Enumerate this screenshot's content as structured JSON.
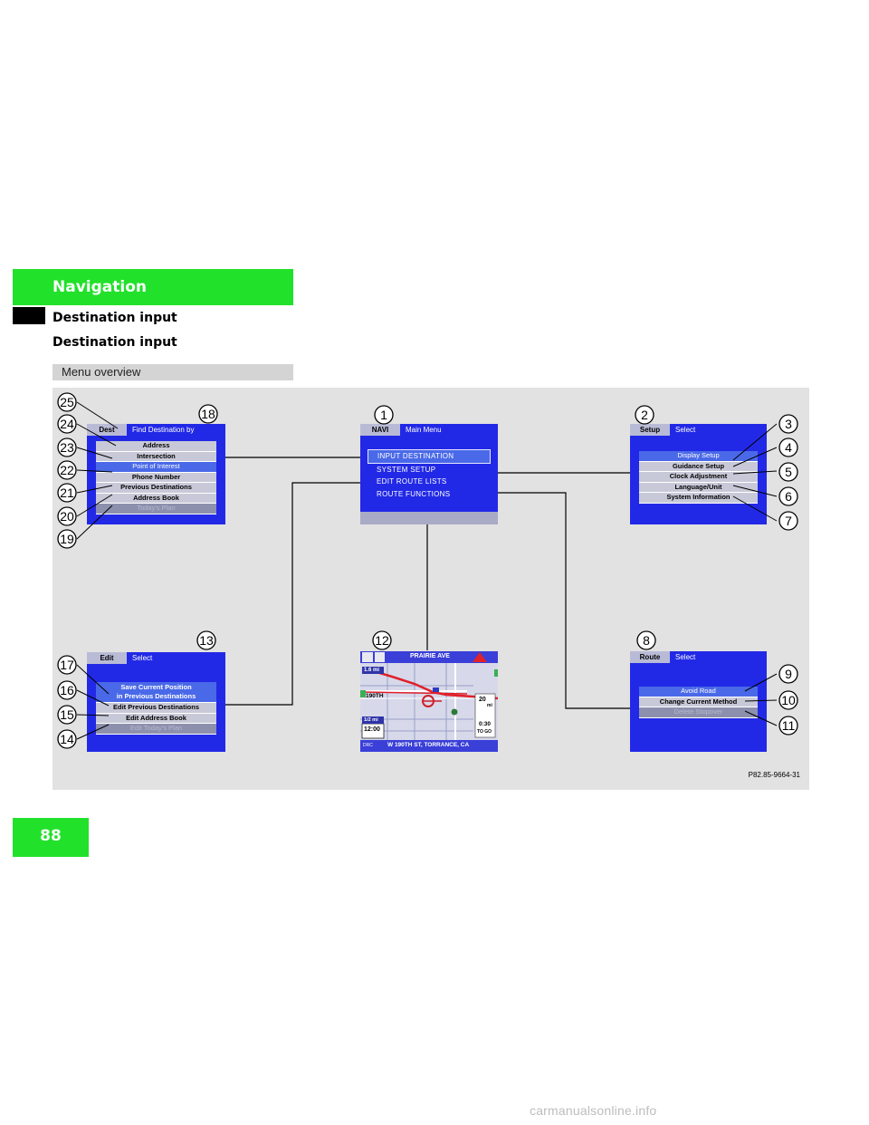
{
  "header": {
    "section": "Navigation",
    "subsection": "Destination input",
    "heading": "Destination input"
  },
  "menu_overview_label": "Menu overview",
  "page_number": "88",
  "watermark": "carmanualsonline.info",
  "figure_code": "P82.85-9664-31",
  "screens": {
    "dest": {
      "tab": "Dest",
      "title": "Find Destination by",
      "items": [
        "Address",
        "Intersection",
        "Point of Interest",
        "Phone Number",
        "Previous Destinations",
        "Address Book",
        "Today's Plan"
      ]
    },
    "navi": {
      "tab": "NAVI",
      "title": "Main Menu",
      "items": [
        "INPUT DESTINATION",
        "SYSTEM SETUP",
        "EDIT ROUTE LISTS",
        "ROUTE FUNCTIONS"
      ]
    },
    "setup": {
      "tab": "Setup",
      "title": "Select",
      "items": [
        "Display Setup",
        "Guidance Setup",
        "Clock Adjustment",
        "Language/Unit",
        "System Information"
      ]
    },
    "edit": {
      "tab": "Edit",
      "title": "Select",
      "items": [
        "Save Current Position",
        "in Previous Destinations",
        "Edit Previous Destinations",
        "Edit Address Book",
        "Edit Today's Plan"
      ]
    },
    "route": {
      "tab": "Route",
      "title": "Select",
      "items": [
        "Avoid Road",
        "Change Current Method",
        "Delete Stopover"
      ]
    },
    "map": {
      "street_top": "PRAIRIE AVE",
      "street_left": "190TH",
      "scale": "1.6 mi",
      "scale2": "1/2 mi",
      "time": "12:00",
      "dist": "20",
      "dist_unit": "mi",
      "eta": "0:30",
      "eta_label": "TO GO",
      "bottom": "W 190TH ST, TORRANCE, CA",
      "bottom_left": "DRC"
    }
  },
  "callouts": [
    "1",
    "2",
    "3",
    "4",
    "5",
    "6",
    "7",
    "8",
    "9",
    "10",
    "11",
    "12",
    "13",
    "14",
    "15",
    "16",
    "17",
    "18",
    "19",
    "20",
    "21",
    "22",
    "23",
    "24",
    "25"
  ]
}
